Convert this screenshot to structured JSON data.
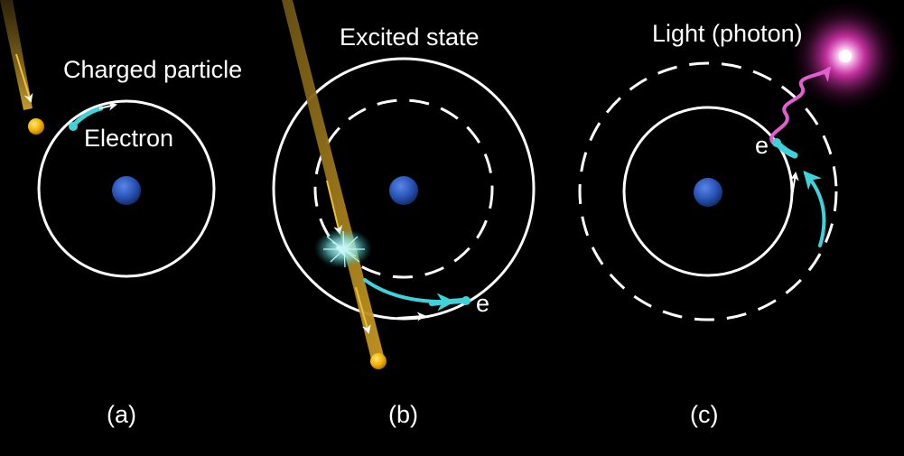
{
  "colors": {
    "background": "#000000",
    "orbit": "#ffffff",
    "nucleus": "#2a54b8",
    "particle": "#f4b400",
    "particle_trail": "#c9a22a",
    "electron": "#3fd2d8",
    "photon": "#ff4fd8"
  },
  "panels": [
    {
      "id": "a",
      "caption": "(a)",
      "labels": {
        "particle": "Charged particle",
        "electron": "Electron"
      }
    },
    {
      "id": "b",
      "caption": "(b)",
      "labels": {
        "state": "Excited state",
        "electron_symbol": "e"
      }
    },
    {
      "id": "c",
      "caption": "(c)",
      "labels": {
        "photon": "Light (photon)",
        "electron_symbol": "e"
      }
    }
  ]
}
